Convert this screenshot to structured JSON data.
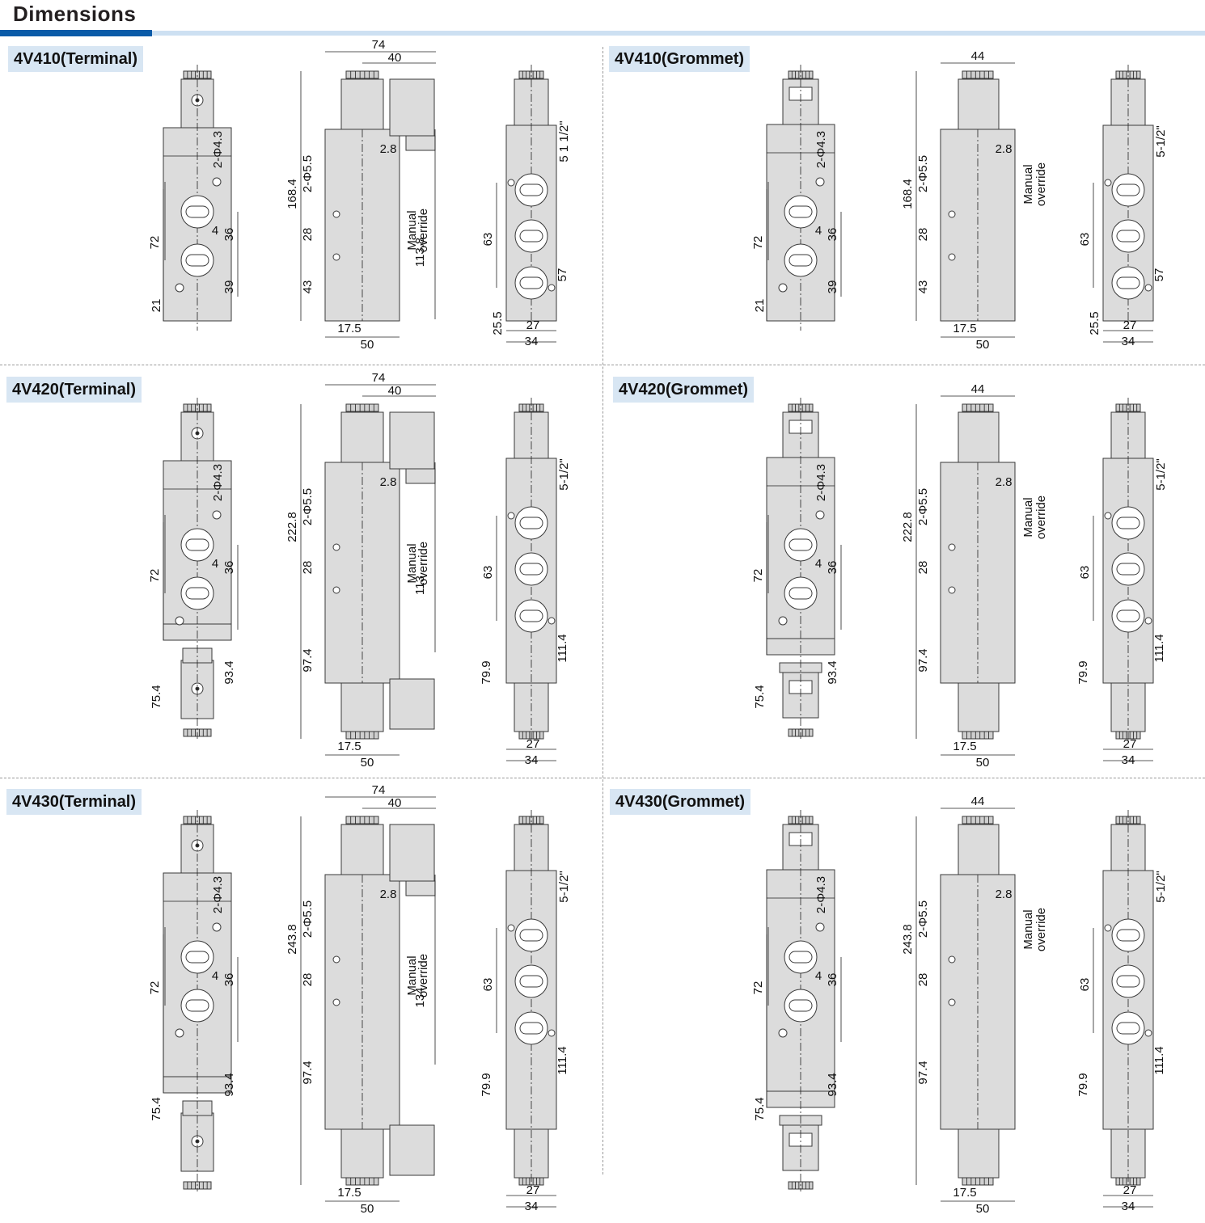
{
  "header": {
    "title": "Dimensions"
  },
  "panels": [
    {
      "label": "4V410(Terminal)",
      "variant": "terminal",
      "size": "410",
      "front": {
        "d72": "72",
        "d4": "4",
        "d36": "36",
        "d39": "39",
        "d21": "21",
        "phi43": "2-Φ4.3"
      },
      "side": {
        "d74": "74",
        "d40": "40",
        "d168": "168.4",
        "phi55": "2-Φ5.5",
        "d28": "28",
        "d43": "43",
        "d28b": "2.8",
        "dman": "113.8",
        "d175": "17.5",
        "d50": "50",
        "manual1": "Manual",
        "manual2": "override"
      },
      "end": {
        "d63": "63",
        "d57": "57",
        "d255": "25.5",
        "d27": "27",
        "d34": "34",
        "thread": "5 1 1/2\""
      }
    },
    {
      "label": "4V410(Grommet)",
      "variant": "grommet",
      "size": "410",
      "front": {
        "d72": "72",
        "d4": "4",
        "d36": "36",
        "d39": "39",
        "d21": "21",
        "phi43": "2-Φ4.3"
      },
      "side": {
        "d44": "44",
        "d168": "168.4",
        "phi55": "2-Φ5.5",
        "d28": "28",
        "d43": "43",
        "d28b": "2.8",
        "d175": "17.5",
        "d50": "50",
        "manual1": "Manual",
        "manual2": "override"
      },
      "end": {
        "d63": "63",
        "d57": "57",
        "d255": "25.5",
        "d27": "27",
        "d34": "34",
        "thread": "5-1/2\""
      }
    },
    {
      "label": "4V420(Terminal)",
      "variant": "terminal",
      "size": "420",
      "front": {
        "d72": "72",
        "d4": "4",
        "d36": "36",
        "d754": "75.4",
        "d934": "93.4",
        "phi43": "2-Φ4.3"
      },
      "side": {
        "d74": "74",
        "d40": "40",
        "d222": "222.8",
        "phi55": "2-Φ5.5",
        "d28": "28",
        "d974": "97.4",
        "d28b": "2.8",
        "dman": "113",
        "d175": "17.5",
        "d50": "50",
        "manual1": "Manual",
        "manual2": "override"
      },
      "end": {
        "d63": "63",
        "d799": "79.9",
        "d1114": "111.4",
        "d27": "27",
        "d34": "34",
        "thread": "5-1/2\""
      }
    },
    {
      "label": "4V420(Grommet)",
      "variant": "grommet",
      "size": "420",
      "front": {
        "d72": "72",
        "d4": "4",
        "d36": "36",
        "d754": "75.4",
        "d934": "93.4",
        "phi43": "2-Φ4.3"
      },
      "side": {
        "d44": "44",
        "d222": "222.8",
        "phi55": "2-Φ5.5",
        "d28": "28",
        "d974": "97.4",
        "d28b": "2.8",
        "d175": "17.5",
        "d50": "50",
        "manual1": "Manual",
        "manual2": "override"
      },
      "end": {
        "d63": "63",
        "d799": "79.9",
        "d1114": "111.4",
        "d27": "27",
        "d34": "34",
        "thread": "5-1/2\""
      }
    },
    {
      "label": "4V430(Terminal)",
      "variant": "terminal",
      "size": "430",
      "front": {
        "d72": "72",
        "d4": "4",
        "d36": "36",
        "d754": "75.4",
        "d934": "93.4",
        "phi43": "2-Φ4.3"
      },
      "side": {
        "d74": "74",
        "d40": "40",
        "d243": "243.8",
        "phi55": "2-Φ5.5",
        "d28": "28",
        "d974": "97.4",
        "d28b": "2.8",
        "dman": "134",
        "d175": "17.5",
        "d50": "50",
        "manual1": "Manual",
        "manual2": "override"
      },
      "end": {
        "d63": "63",
        "d799": "79.9",
        "d1114": "111.4",
        "d27": "27",
        "d34": "34",
        "thread": "5-1/2\""
      }
    },
    {
      "label": "4V430(Grommet)",
      "variant": "grommet",
      "size": "430",
      "front": {
        "d72": "72",
        "d4": "4",
        "d36": "36",
        "d754": "75.4",
        "d934": "93.4",
        "phi43": "2-Φ4.3"
      },
      "side": {
        "d44": "44",
        "d243": "243.8",
        "phi55": "2-Φ5.5",
        "d28": "28",
        "d974": "97.4",
        "d28b": "2.8",
        "d175": "17.5",
        "d50": "50",
        "manual1": "Manual",
        "manual2": "override"
      },
      "end": {
        "d63": "63",
        "d799": "79.9",
        "d1114": "111.4",
        "d27": "27",
        "d34": "34",
        "thread": "5-1/2\""
      }
    }
  ]
}
